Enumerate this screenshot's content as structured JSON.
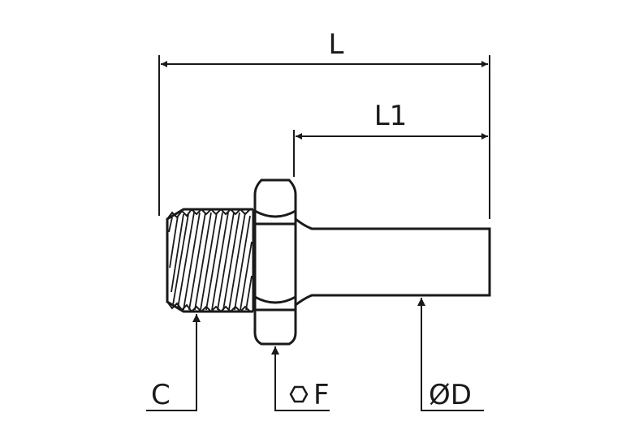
{
  "dimensions": {
    "length_label": "L",
    "length1_label": "L1",
    "thread_label": "C",
    "hex_label": "F",
    "diameter_label": "ØD"
  },
  "icons": {
    "hex": "hexagon-icon"
  }
}
